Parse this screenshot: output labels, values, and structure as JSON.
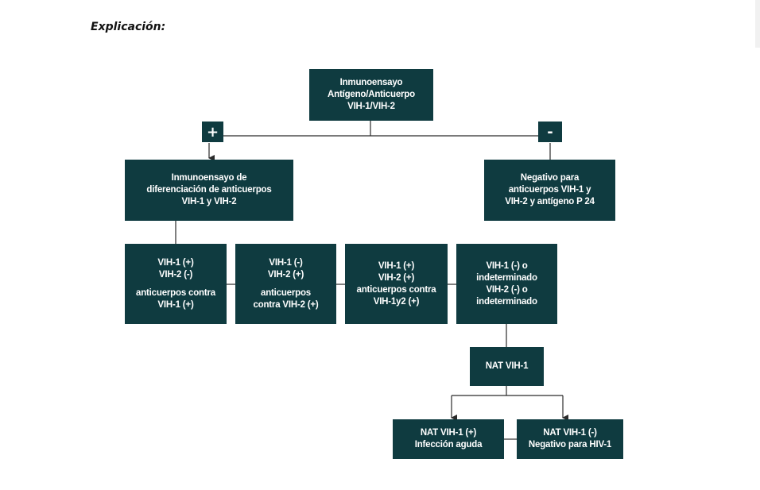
{
  "heading": "Explicación:",
  "colors": {
    "box": "#0f3b40",
    "text": "#ffffff",
    "line": "#2a2a2a"
  },
  "signs": {
    "plus": "+",
    "minus": "-"
  },
  "nodes": {
    "top": [
      "Inmunoensayo",
      "Antígeno/Anticuerpo",
      "VIH-1/VIH-2"
    ],
    "diff": [
      "Inmunoensayo de",
      "diferenciación de anticuerpos",
      "VIH-1 y VIH-2"
    ],
    "negative": [
      "Negativo para",
      "anticuerpos VIH-1 y",
      "VIH-2 y antígeno P 24"
    ],
    "r1": {
      "a": [
        "VIH-1 (+)",
        "VIH-2 (-)"
      ],
      "b": [
        "anticuerpos contra",
        "VIH-1 (+)"
      ]
    },
    "r2": {
      "a": [
        "VIH-1 (-)",
        "VIH-2 (+)"
      ],
      "b": [
        "anticuerpos",
        "contra VIH-2 (+)"
      ]
    },
    "r3": [
      "VIH-1 (+)",
      "VIH-2 (+)",
      "anticuerpos contra",
      "VIH-1y2 (+)"
    ],
    "r4": [
      "VIH-1 (-) o",
      "indeterminado",
      "VIH-2 (-) o",
      "indeterminado"
    ],
    "nat": [
      "NAT VIH-1"
    ],
    "nat_pos": [
      "NAT VIH-1 (+)",
      "Infección aguda"
    ],
    "nat_neg": [
      "NAT VIH-1 (-)",
      "Negativo para HIV-1"
    ]
  }
}
